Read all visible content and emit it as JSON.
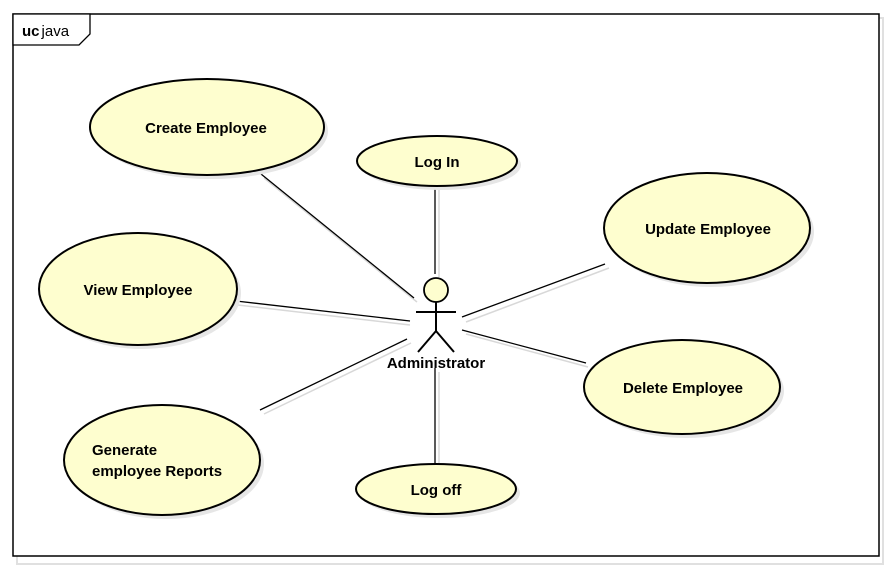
{
  "frame": {
    "keyword": "uc",
    "name": "java"
  },
  "actor": {
    "name": "Administrator"
  },
  "use_cases": [
    {
      "id": "create",
      "lines": [
        "Create Employee"
      ]
    },
    {
      "id": "login",
      "lines": [
        "Log In"
      ]
    },
    {
      "id": "update",
      "lines": [
        "Update Employee"
      ]
    },
    {
      "id": "view",
      "lines": [
        "View Employee"
      ]
    },
    {
      "id": "delete",
      "lines": [
        "Delete Employee"
      ]
    },
    {
      "id": "reports",
      "lines": [
        "Generate",
        "employee Reports"
      ]
    },
    {
      "id": "logoff",
      "lines": [
        "Log off"
      ]
    }
  ],
  "colors": {
    "use_case_fill": "#fefecf",
    "actor_head_fill": "#fefecf",
    "stroke": "#000000"
  }
}
